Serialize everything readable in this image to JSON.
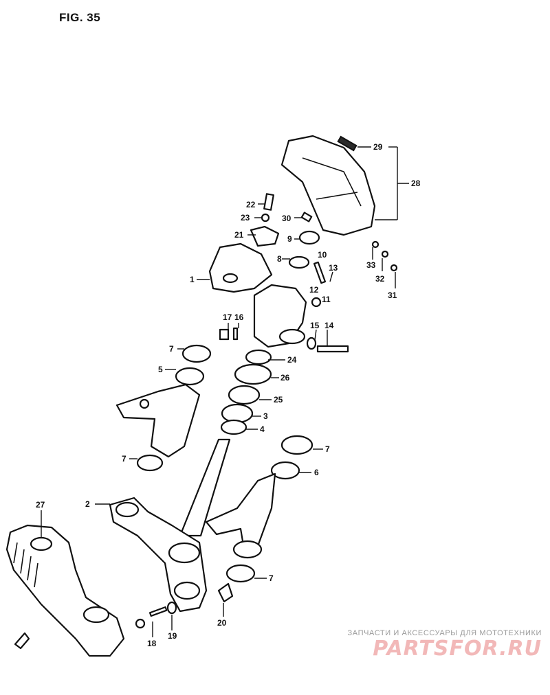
{
  "figure": {
    "title": "FIG. 35"
  },
  "callouts": [
    {
      "id": "1",
      "text": "1"
    },
    {
      "id": "2",
      "text": "2"
    },
    {
      "id": "3",
      "text": "3"
    },
    {
      "id": "4",
      "text": "4"
    },
    {
      "id": "5",
      "text": "5"
    },
    {
      "id": "6",
      "text": "6"
    },
    {
      "id": "7a",
      "text": "7"
    },
    {
      "id": "7b",
      "text": "7"
    },
    {
      "id": "7c",
      "text": "7"
    },
    {
      "id": "7d",
      "text": "7"
    },
    {
      "id": "8",
      "text": "8"
    },
    {
      "id": "9",
      "text": "9"
    },
    {
      "id": "10",
      "text": "10"
    },
    {
      "id": "11",
      "text": "11"
    },
    {
      "id": "12",
      "text": "12"
    },
    {
      "id": "13",
      "text": "13"
    },
    {
      "id": "14",
      "text": "14"
    },
    {
      "id": "15",
      "text": "15"
    },
    {
      "id": "16",
      "text": "16"
    },
    {
      "id": "17",
      "text": "17"
    },
    {
      "id": "18",
      "text": "18"
    },
    {
      "id": "19",
      "text": "19"
    },
    {
      "id": "20",
      "text": "20"
    },
    {
      "id": "21",
      "text": "21"
    },
    {
      "id": "22",
      "text": "22"
    },
    {
      "id": "23",
      "text": "23"
    },
    {
      "id": "24",
      "text": "24"
    },
    {
      "id": "25",
      "text": "25"
    },
    {
      "id": "26",
      "text": "26"
    },
    {
      "id": "27",
      "text": "27"
    },
    {
      "id": "28",
      "text": "28"
    },
    {
      "id": "29",
      "text": "29"
    },
    {
      "id": "30",
      "text": "30"
    },
    {
      "id": "31",
      "text": "31"
    },
    {
      "id": "32",
      "text": "32"
    },
    {
      "id": "33",
      "text": "33"
    }
  ],
  "watermark": {
    "caption": "ЗАПЧАСТИ И АКСЕССУАРЫ ДЛЯ МОТОТЕХНИКИ",
    "logo": "PARTSFOR.RU",
    "logo_color": "#f2b8b8"
  }
}
